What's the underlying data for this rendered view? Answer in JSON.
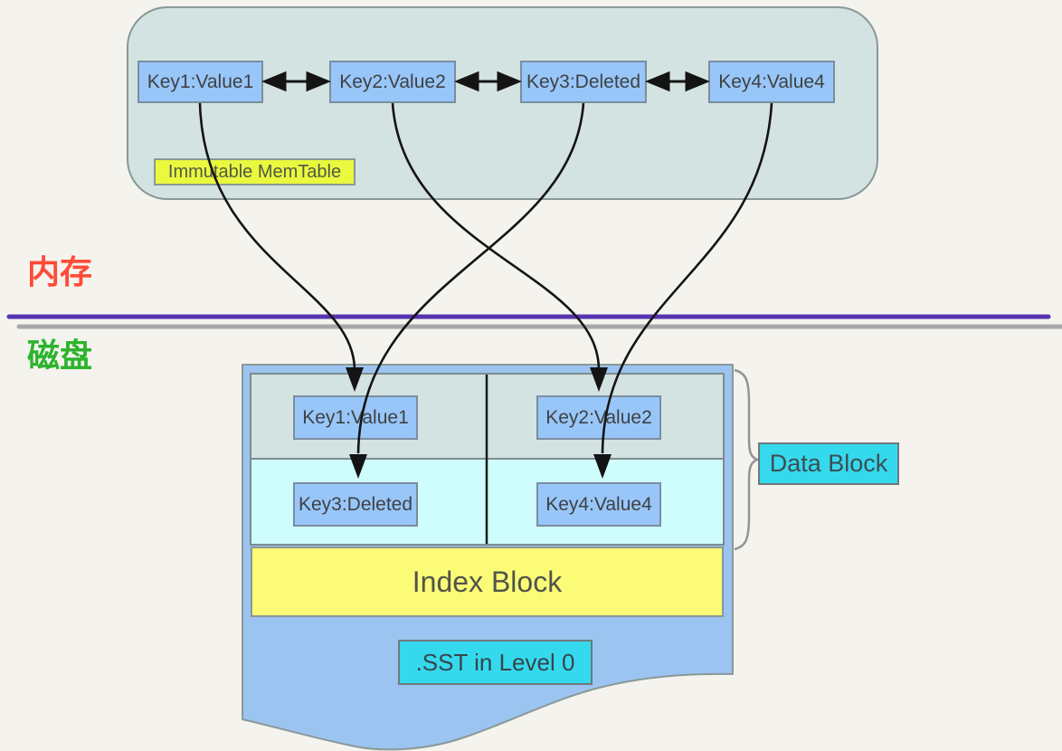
{
  "memtable": {
    "label": "Immutable MemTable",
    "entries": [
      "Key1:Value1",
      "Key2:Value2",
      "Key3:Deleted",
      "Key4:Value4"
    ]
  },
  "labels": {
    "memory": "内存",
    "disk": "磁盘"
  },
  "sst": {
    "cells": [
      "Key1:Value1",
      "Key2:Value2",
      "Key3:Deleted",
      "Key4:Value4"
    ],
    "index_block": "Index Block",
    "file": ".SST in Level 0"
  },
  "annotations": {
    "data_block": "Data Block"
  },
  "colors": {
    "background": "#f4f3ee",
    "memtable_fill": "#d3e3e1",
    "key_box_fill": "#99c6f8",
    "memtable_tag_fill": "#eaf83e",
    "memory_label": "#ff4b38",
    "disk_label": "#2db32d",
    "divider_line": "#5633b0",
    "divider_shadow": "#a8a8a8",
    "sst_container_fill": "#9cc4f0",
    "data_row_top_fill": "#d3e3e1",
    "data_row_bottom_fill": "#cffcfc",
    "index_block_fill": "#fbfb78",
    "cyan_tag_fill": "#35d9ee",
    "arrow_color": "#141414"
  }
}
